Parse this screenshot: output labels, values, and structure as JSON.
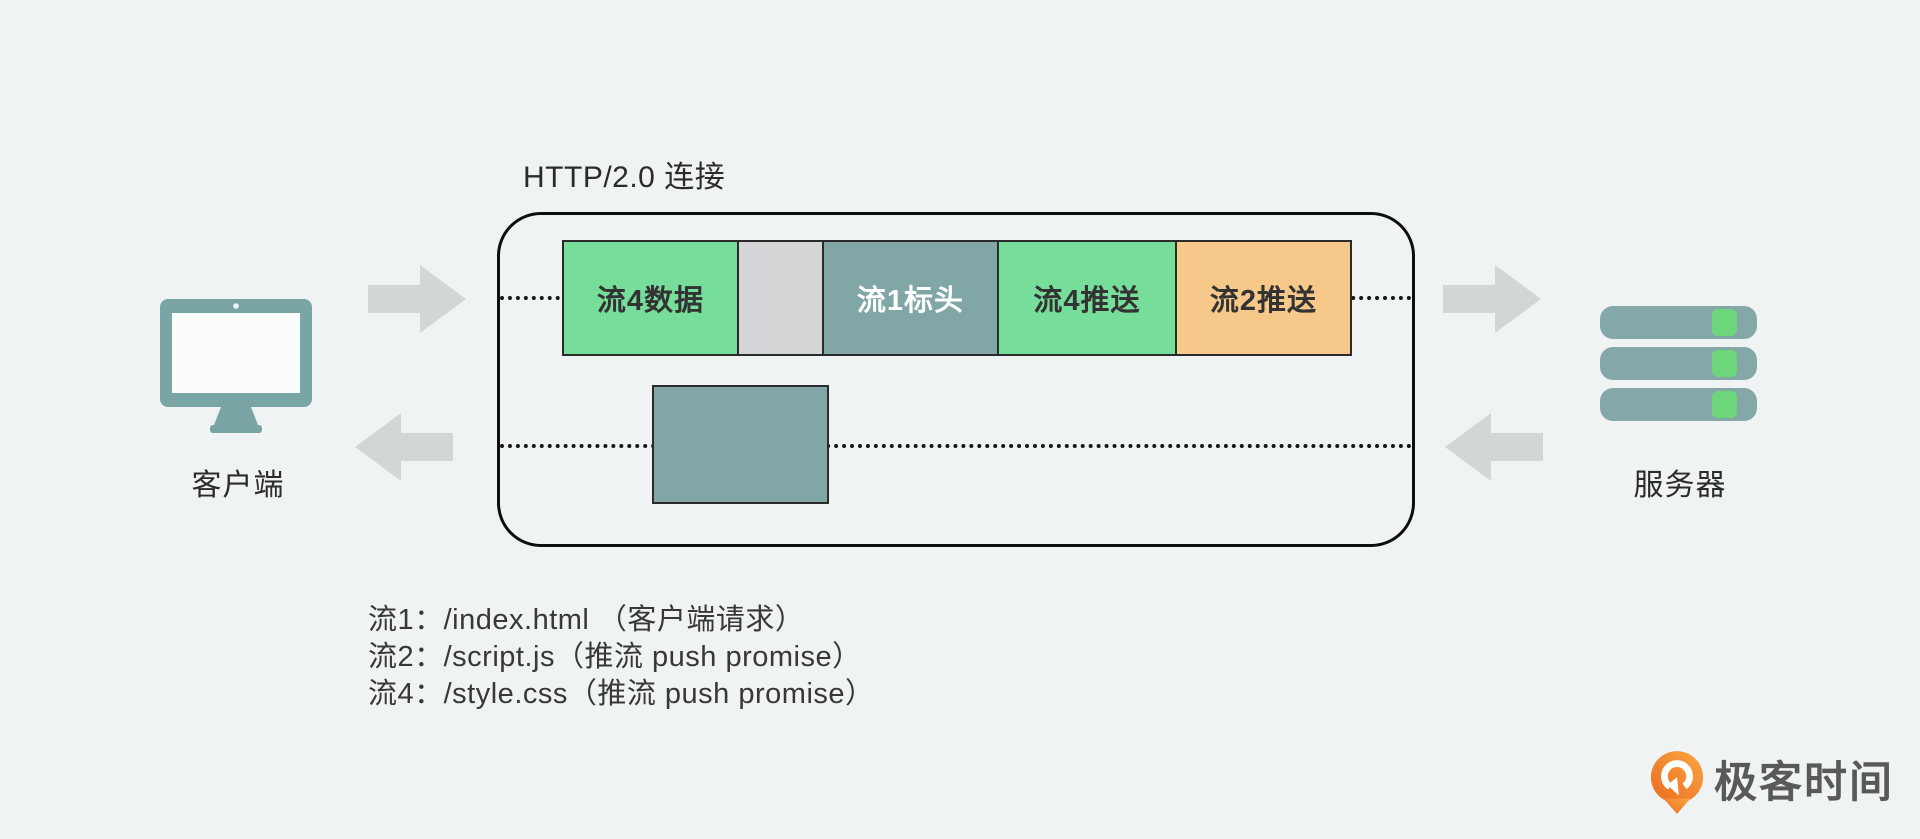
{
  "page": {
    "background": "#eff3f4"
  },
  "diagram": {
    "connection": {
      "title": "HTTP/2.0 连接",
      "frames_top": [
        {
          "label": "流4数据",
          "bg": "#77dd9b",
          "fg": "#333333"
        },
        {
          "label": "",
          "bg": "#d5d6d7",
          "fg": "#333333"
        },
        {
          "label": "流1标头",
          "bg": "#80a7a5",
          "fg": "#ffffff"
        },
        {
          "label": "流4推送",
          "bg": "#77dd9b",
          "fg": "#333333"
        },
        {
          "label": "流2推送",
          "bg": "#f6c98b",
          "fg": "#333333"
        }
      ],
      "frame_bottom": {
        "label": "",
        "bg": "#80a7a5"
      },
      "line_style": "dotted"
    },
    "client": {
      "label": "客户端",
      "icon": "monitor-icon",
      "icon_color": "#7aa5a5"
    },
    "server": {
      "label": "服务器",
      "icon": "server-rack-icon",
      "icon_color": "#84a8a8",
      "led_color": "#6ed67a"
    },
    "arrow_color": "#d3d6d6",
    "legend": {
      "lines": [
        "流1：/index.html （客户端请求）",
        "流2：/script.js（推流 push promise）",
        "流4：/style.css（推流 push promise）"
      ]
    }
  },
  "branding": {
    "logo_text": "极客时间",
    "logo_icon": "geektime-logo-icon",
    "logo_icon_color": "#f07c26",
    "logo_text_color": "#58595b"
  }
}
